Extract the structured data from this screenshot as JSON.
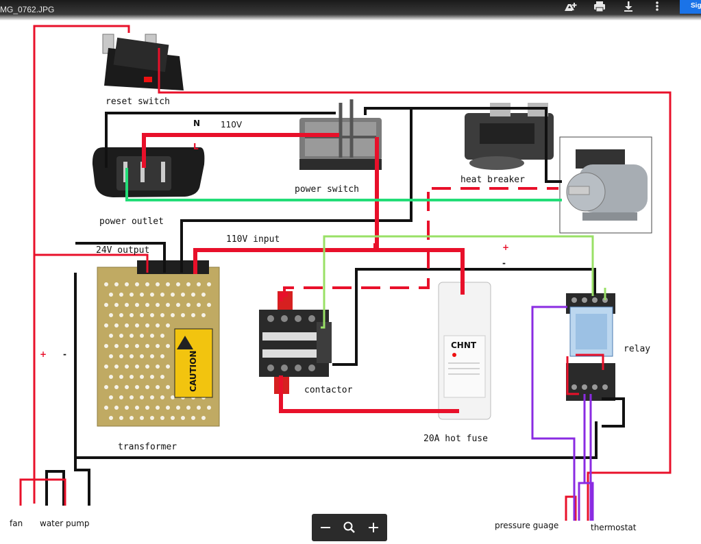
{
  "viewer": {
    "filename": "MG_0762.JPG",
    "toolbar": {
      "add_to_drive_icon": "drive-add-icon",
      "print_icon": "printer-icon",
      "download_icon": "download-icon",
      "more_icon": "more-vert-icon",
      "signin_label": "Sig"
    },
    "zoom": {
      "zoom_out_icon": "minus-icon",
      "zoom_reset_icon": "magnifier-icon",
      "zoom_in_icon": "plus-icon"
    }
  },
  "diagram": {
    "labels": {
      "reset_switch": "reset switch",
      "neutral": "N",
      "voltage": "110V",
      "live": "L",
      "power_switch": "power switch",
      "heat_breaker": "heat breaker",
      "power_outlet": "power outlet",
      "input_110v": "110V input",
      "output_24v": "24V output",
      "plus_top": "+",
      "minus_top": "-",
      "plus_left": "+",
      "minus_left": "-",
      "contactor": "contactor",
      "relay": "relay",
      "transformer": "transformer",
      "fuse": "20A hot fuse",
      "fan": "fan",
      "water_pump": "water pump",
      "pressure_gauge": "pressure guage",
      "thermostat": "thermostat",
      "caution": "CAUTION",
      "fuse_brand": "CHNT"
    },
    "colors": {
      "live": "#e8102a",
      "neutral": "#111111",
      "ground": "#22dd77",
      "signal": "#99e066",
      "sensor": "#8a2be2"
    }
  }
}
